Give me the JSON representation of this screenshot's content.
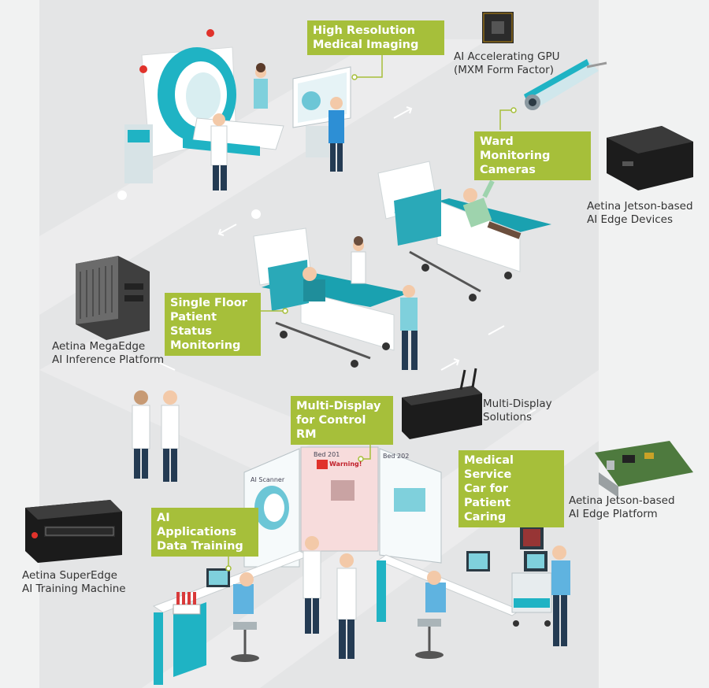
{
  "colors": {
    "accent_green": "#a6bf3a",
    "teal": "#1fb3c4",
    "dark_teal": "#177f8a",
    "floor_gray": "#e0e1e2",
    "text": "#333333"
  },
  "callouts": [
    {
      "id": "imaging",
      "text": "High Resolution\nMedical Imaging"
    },
    {
      "id": "ward-cameras",
      "text": "Ward Monitoring\nCameras"
    },
    {
      "id": "floor-status",
      "text": "Single Floor\nPatient Status\nMonitoring"
    },
    {
      "id": "multi-display-control",
      "text": "Multi-Display\nfor Control RM"
    },
    {
      "id": "service-car",
      "text": "Medical Service\nCar for Patient\nCaring"
    },
    {
      "id": "data-training",
      "text": "AI Applications\nData Training"
    }
  ],
  "devices": [
    {
      "id": "gpu",
      "text": "AI Accelerating GPU\n(MXM Form Factor)"
    },
    {
      "id": "jetson-devices",
      "text": "Aetina Jetson-based\nAI Edge Devices"
    },
    {
      "id": "megaedge",
      "text": "Aetina MegaEdge\nAI Inference Platform"
    },
    {
      "id": "multi-display-solutions",
      "text": "Multi-Display\nSolutions"
    },
    {
      "id": "jetson-platform",
      "text": "Aetina Jetson-based\nAI Edge Platform"
    },
    {
      "id": "superedge",
      "text": "Aetina SuperEdge\nAI Training Machine"
    }
  ],
  "screens": {
    "left_title": "AI Scanner",
    "center_title": "Bed 201",
    "center_warning": "Warning!",
    "right_title": "Bed 202"
  },
  "icons": [
    "mri-scanner-icon",
    "gpu-module-icon",
    "security-camera-icon",
    "jetson-box-icon",
    "edge-pc-icon",
    "hospital-bed-icon",
    "doctor-icon",
    "nurse-icon",
    "patient-icon",
    "router-box-icon",
    "server-rack-icon",
    "circuit-board-icon",
    "monitor-icon",
    "office-chair-icon",
    "medical-cart-icon",
    "warning-icon"
  ]
}
